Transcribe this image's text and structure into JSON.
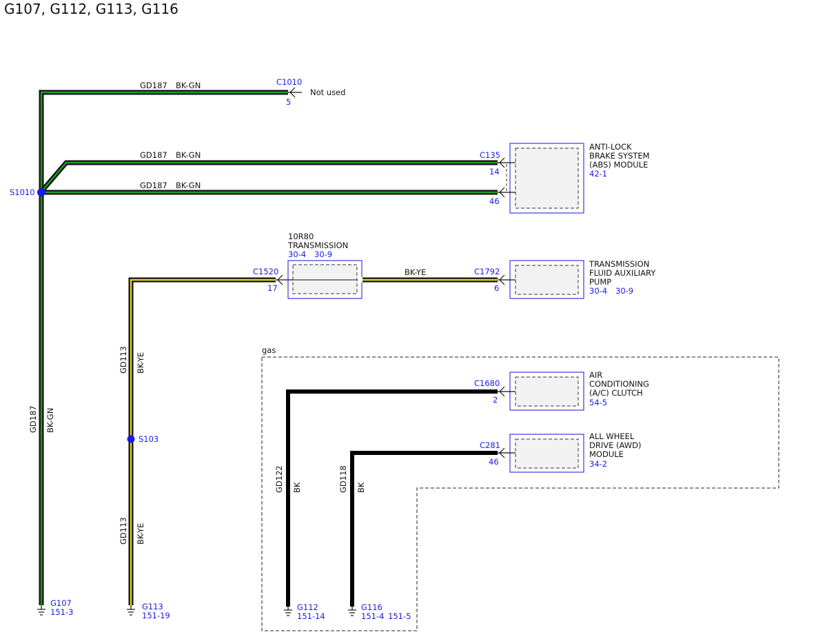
{
  "title": "G107, G112, G113, G116",
  "colors": {
    "wire_bk_gn_outer": "#111111",
    "wire_bk_gn_inner": "#1e9e1e",
    "wire_bk_ye_inner": "#e8d21c",
    "wire_bk": "#000000",
    "blue_text": "#1a1ae6",
    "splice_dot": "#1a1ae6",
    "component_fill": "#f2f2f2",
    "component_border": "#3a3ae0"
  },
  "wires": {
    "w1": {
      "circuit": "GD187",
      "color_code": "BK-GN"
    },
    "w2": {
      "circuit": "GD187",
      "color_code": "BK-GN"
    },
    "w3": {
      "circuit": "GD187",
      "color_code": "BK-GN"
    },
    "w_main": {
      "circuit": "GD187",
      "color_code": "BK-GN"
    },
    "w_trans": {
      "color_code": "BK-YE"
    },
    "w_g113_upper": {
      "circuit": "GD113",
      "color_code": "BK-YE"
    },
    "w_g113_lower": {
      "circuit": "GD113",
      "color_code": "BK-YE"
    },
    "w_g112": {
      "circuit": "GD122",
      "color_code": "BK"
    },
    "w_g116": {
      "circuit": "GD118",
      "color_code": "BK"
    }
  },
  "connectors": {
    "c1010": {
      "name": "C1010",
      "pin": "5",
      "note": "Not used"
    },
    "c135_a": {
      "name": "C135",
      "pin": "14"
    },
    "c135_b": {
      "pin": "46"
    },
    "c1520": {
      "name": "C1520",
      "pin": "17"
    },
    "c1792": {
      "name": "C1792",
      "pin": "6"
    },
    "c1680": {
      "name": "C1680",
      "pin": "2"
    },
    "c281": {
      "name": "C281",
      "pin": "46"
    }
  },
  "splices": {
    "s1010": "S1010",
    "s103": "S103"
  },
  "components": {
    "abs": {
      "lines": [
        "ANTI-LOCK",
        "BRAKE SYSTEM",
        "(ABS) MODULE"
      ],
      "ref": "42-1"
    },
    "trans": {
      "lines": [
        "10R80",
        "TRANSMISSION"
      ],
      "refs": [
        "30-4",
        "30-9"
      ]
    },
    "pump": {
      "lines": [
        "TRANSMISSION",
        "FLUID AUXILIARY",
        "PUMP"
      ],
      "refs": [
        "30-4",
        "30-9"
      ]
    },
    "ac": {
      "lines": [
        "AIR",
        "CONDITIONING",
        "(A/C) CLUTCH"
      ],
      "ref": "54-5"
    },
    "awd": {
      "lines": [
        "ALL WHEEL",
        "DRIVE (AWD)",
        "MODULE"
      ],
      "ref": "34-2"
    }
  },
  "grounds": {
    "g107": {
      "name": "G107",
      "refs": [
        "151-3"
      ]
    },
    "g113": {
      "name": "G113",
      "refs": [
        "151-19"
      ]
    },
    "g112": {
      "name": "G112",
      "refs": [
        "151-14"
      ]
    },
    "g116": {
      "name": "G116",
      "refs": [
        "151-4",
        "151-5"
      ]
    }
  },
  "region_label": "gas"
}
